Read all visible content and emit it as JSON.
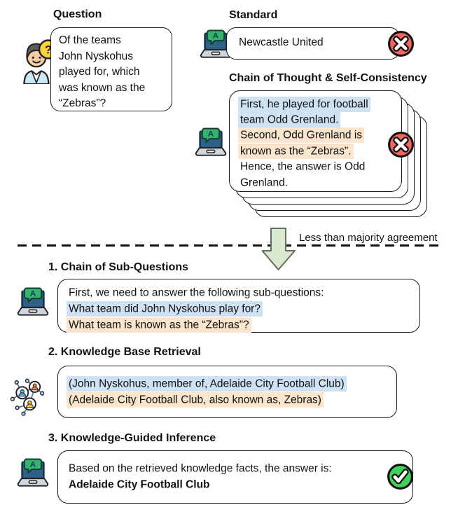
{
  "question": {
    "heading": "Question",
    "lines": [
      "Of the teams",
      "John Nyskohus",
      "played for, which",
      "was known as the",
      "“Zebras”?"
    ]
  },
  "standard": {
    "heading": "Standard",
    "answer": "Newcastle United",
    "status": "incorrect"
  },
  "cot": {
    "heading": "Chain of Thought & Self-Consistency",
    "lines": [
      {
        "text": "First, he played for football",
        "highlight": "blue"
      },
      {
        "text": "team Odd Grenland.",
        "highlight": "blue"
      },
      {
        "text": "Second, Odd Grenland is",
        "highlight": "orange"
      },
      {
        "text": "known as the “Zebras”.",
        "highlight": "orange"
      },
      {
        "text": "Hence, the answer is Odd",
        "highlight": "none"
      },
      {
        "text": "Grenland.",
        "highlight": "none"
      }
    ],
    "status": "incorrect",
    "stacked_cards": 5
  },
  "divider": {
    "label": "Less than majority agreement"
  },
  "step1": {
    "heading": "1. Chain of Sub-Questions",
    "lines": [
      {
        "text": "First, we need to answer the following sub-questions:",
        "highlight": "none"
      },
      {
        "text": "What team did John Nyskohus play for?",
        "highlight": "blue"
      },
      {
        "text": "What team is known as the “Zebras”?",
        "highlight": "orange"
      }
    ]
  },
  "step2": {
    "heading": "2. Knowledge Base Retrieval",
    "lines": [
      {
        "text": "(John Nyskohus, member of, Adelaide City Football Club)",
        "highlight": "blue"
      },
      {
        "text": "(Adelaide City Football Club, also known as, Zebras)",
        "highlight": "orange"
      }
    ]
  },
  "step3": {
    "heading": "3. Knowledge-Guided Inference",
    "lines": [
      {
        "text": "Based on the retrieved knowledge facts, the answer is:",
        "style": "regular"
      },
      {
        "text": "Adelaide City Football Club",
        "style": "bold"
      }
    ],
    "status": "correct"
  },
  "icons": {
    "laptop_letter": "A",
    "person_badge": "?"
  },
  "colors": {
    "highlight_blue": "#cfe2f3",
    "highlight_orange": "#fce5cd",
    "error_red": "#f4655f",
    "success_green": "#3ed25d",
    "arrow_green": "#d8e9d0"
  }
}
